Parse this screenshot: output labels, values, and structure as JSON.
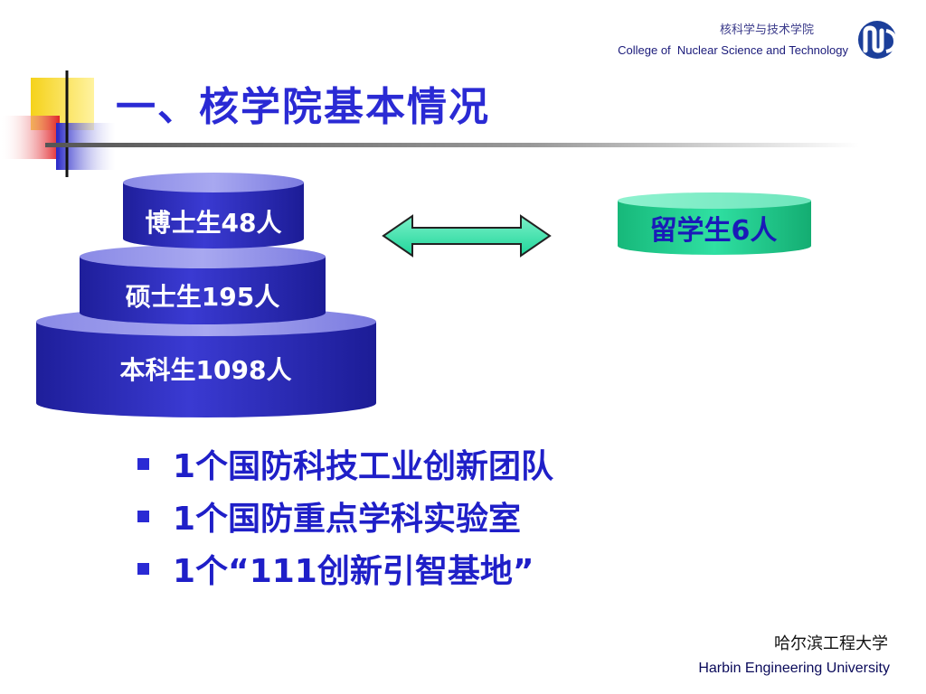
{
  "header": {
    "college_cn": "核科学与技术学院",
    "college_en": "College of  Nuclear Science and Technology",
    "logo_icon": "university-logo-icon"
  },
  "title": "一、核学院基本情况",
  "pyramid": {
    "phd": "博士生48人",
    "master": "硕士生195人",
    "undergrad": "本科生1098人"
  },
  "international": "留学生6人",
  "bullets": [
    "1个国防科技工业创新团队",
    "1个国防重点学科实验室",
    "1个“111创新引智基地”"
  ],
  "footer": {
    "university_cn": "哈尔滨工程大学",
    "university_en": "Harbin Engineering University"
  },
  "colors": {
    "title": "#2a2ad4",
    "pyramid": "#2a2ab0",
    "international": "#1ec98a",
    "bullet_text": "#1f1fc8"
  }
}
